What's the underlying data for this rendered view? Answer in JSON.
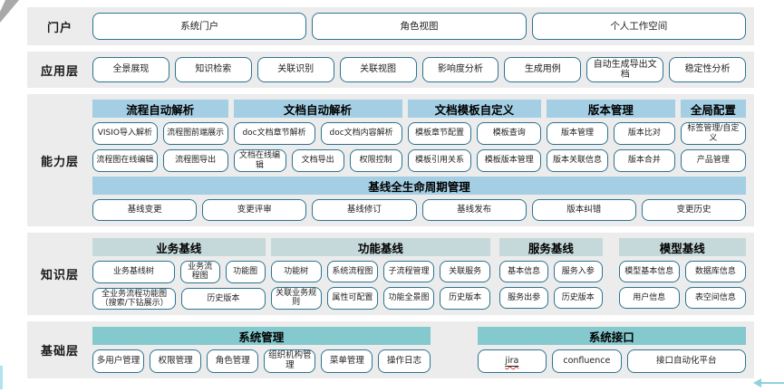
{
  "colors": {
    "band_bg": "#ececec",
    "capability_header_bg": "#a3cee3",
    "knowledge_header_bg": "#c6d9da",
    "foundation_header_bg": "#84c9ce",
    "button_border": "#2b7391",
    "arrow": "#8fd2d8",
    "corner": "#a9a9a9",
    "edge_line": "#aee3ef"
  },
  "layers": [
    {
      "id": "portal",
      "label": "门户",
      "rows": [
        [
          "系统门户",
          "角色视图",
          "个人工作空间"
        ]
      ]
    },
    {
      "id": "app",
      "label": "应用层",
      "rows": [
        [
          "全景展现",
          "知识检索",
          "关联识别",
          "关联视图",
          "影响度分析",
          "生成用例",
          "自动生成导出文档",
          "稳定性分析"
        ]
      ]
    },
    {
      "id": "capability",
      "label": "能力层",
      "groups": [
        {
          "header": "流程自动解析",
          "rows": [
            [
              "VISIO导入解析",
              "流程图前端展示"
            ],
            [
              "流程图在线编辑",
              "流程图导出"
            ]
          ]
        },
        {
          "header": "文档自动解析",
          "rows": [
            [
              "doc文档章节解析",
              "doc文档内容解析"
            ],
            [
              "文档在线编辑",
              "文档导出",
              "权限控制"
            ]
          ]
        },
        {
          "header": "文档模板自定义",
          "rows": [
            [
              "模板章节配置",
              "模板查询"
            ],
            [
              "模板引用关系",
              "模板版本管理"
            ]
          ]
        },
        {
          "header": "版本管理",
          "rows": [
            [
              "版本管理",
              "版本比对"
            ],
            [
              "版本关联信息",
              "版本合并"
            ]
          ]
        },
        {
          "header": "全局配置",
          "rows": [
            [
              "标签管理/自定义"
            ],
            [
              "产品管理"
            ]
          ]
        }
      ],
      "baseline": {
        "header": "基线全生命周期管理",
        "buttons": [
          "基线变更",
          "变更评审",
          "基线修订",
          "基线发布",
          "版本纠错",
          "变更历史"
        ]
      }
    },
    {
      "id": "knowledge",
      "label": "知识层",
      "groups": [
        {
          "header": "业务基线",
          "rows": [
            [
              "业务基线树",
              "业务流程图",
              "功能图"
            ],
            [
              "全业务流程功能图（搜索/下钻展示）",
              "历史版本"
            ]
          ]
        },
        {
          "header": "功能基线",
          "rows": [
            [
              "功能树",
              "系统流程图",
              "子流程管理",
              "关联服务"
            ],
            [
              "关联业务规则",
              "属性可配置",
              "功能全景图",
              "历史版本"
            ]
          ]
        },
        {
          "header": "服务基线",
          "rows": [
            [
              "基本信息",
              "服务入参"
            ],
            [
              "服务出参",
              "历史版本"
            ]
          ]
        },
        {
          "header": "模型基线",
          "rows": [
            [
              "模型基本信息",
              "数据库信息"
            ],
            [
              "用户信息",
              "表空间信息"
            ]
          ]
        }
      ]
    },
    {
      "id": "foundation",
      "label": "基础层",
      "groups": [
        {
          "header": "系统管理",
          "rows": [
            [
              "多用户管理",
              "权限管理",
              "角色管理",
              "组织机构管理",
              "菜单管理",
              "操作日志"
            ]
          ]
        },
        {
          "header": "系统接口",
          "rows": [
            [
              {
                "label": "jira",
                "misspelled": true
              },
              "confluence",
              "接口自动化平台"
            ]
          ]
        }
      ]
    }
  ]
}
